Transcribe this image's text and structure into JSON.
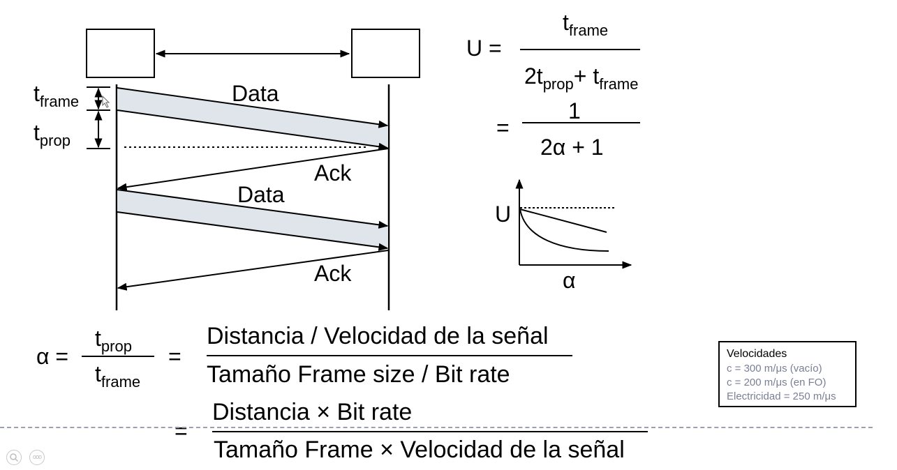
{
  "diagram": {
    "t_symbol": "t",
    "frame_sub": "frame",
    "prop_sub": "prop",
    "data_label_1": "Data",
    "data_label_2": "Data",
    "ack_label_1": "Ack",
    "ack_label_2": "Ack"
  },
  "formula_u": {
    "lhs": "U =",
    "num_t": "t",
    "num_sub": "frame",
    "den_part1": "2t",
    "den_sub1": "prop",
    "den_plus": "+ t",
    "den_sub2": "frame",
    "eq2": "=",
    "num2": "1",
    "den2": "2α + 1"
  },
  "mini_chart": {
    "y_label": "U",
    "x_label": "α"
  },
  "formula_alpha": {
    "lhs": "α =",
    "num_t": "t",
    "num_sub": "prop",
    "den_t": "t",
    "den_sub": "frame",
    "eq1": "=",
    "num1": "Distancia / Velocidad de la señal",
    "den1": "Tamaño Frame size / Bit rate",
    "eq2": "=",
    "num2": "Distancia × Bit rate",
    "den2": "Tamaño Frame × Velocidad de la señal"
  },
  "legend": {
    "title": "Velocidades",
    "lines": [
      "c =  300 m/μs (vacío)",
      "c = 200 m/μs (en FO)",
      "Electricidad = 250 m/μs"
    ],
    "line_color": "#7a7f95"
  },
  "controls": {
    "zoom_icon": "magnifier-icon",
    "more_icon": "more-dots-icon",
    "more_glyph": "ooo"
  }
}
